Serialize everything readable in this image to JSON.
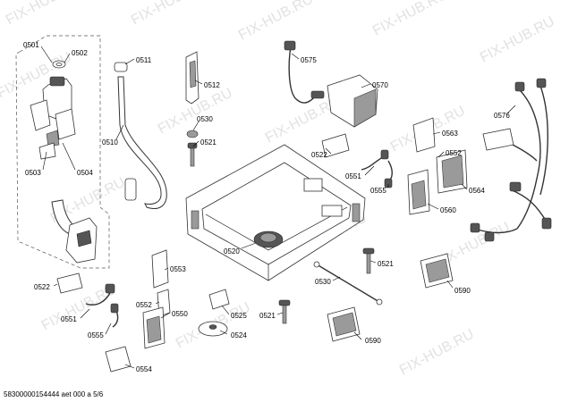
{
  "watermark": {
    "text": "FIX-HUB.RU",
    "color": "#e2e2e2"
  },
  "footer": {
    "text": "58300000154444 aet 000 a 5/6"
  },
  "part_labels": {
    "p0501": "0501",
    "p0502": "0502",
    "p0503": "0503",
    "p0504": "0504",
    "p0510": "0510",
    "p0511": "0511",
    "p0512": "0512",
    "p0530_a": "0530",
    "p0521_a": "0521",
    "p0575": "0575",
    "p0570": "0570",
    "p0522_a": "0522",
    "p0551_a": "0551",
    "p0555_a": "0555",
    "p0563": "0563",
    "p0552_a": "0552",
    "p0564": "0564",
    "p0560": "0560",
    "p0576": "0576",
    "p0521_b": "0521",
    "p0590_a": "0590",
    "p0520": "0520",
    "p0530_b": "0530",
    "p0553": "0553",
    "p0522_b": "0522",
    "p0552_b": "0552",
    "p0550": "0550",
    "p0551_b": "0551",
    "p0555_b": "0555",
    "p0554": "0554",
    "p0525": "0525",
    "p0524": "0524",
    "p0521_c": "0521",
    "p0590_b": "0590"
  }
}
